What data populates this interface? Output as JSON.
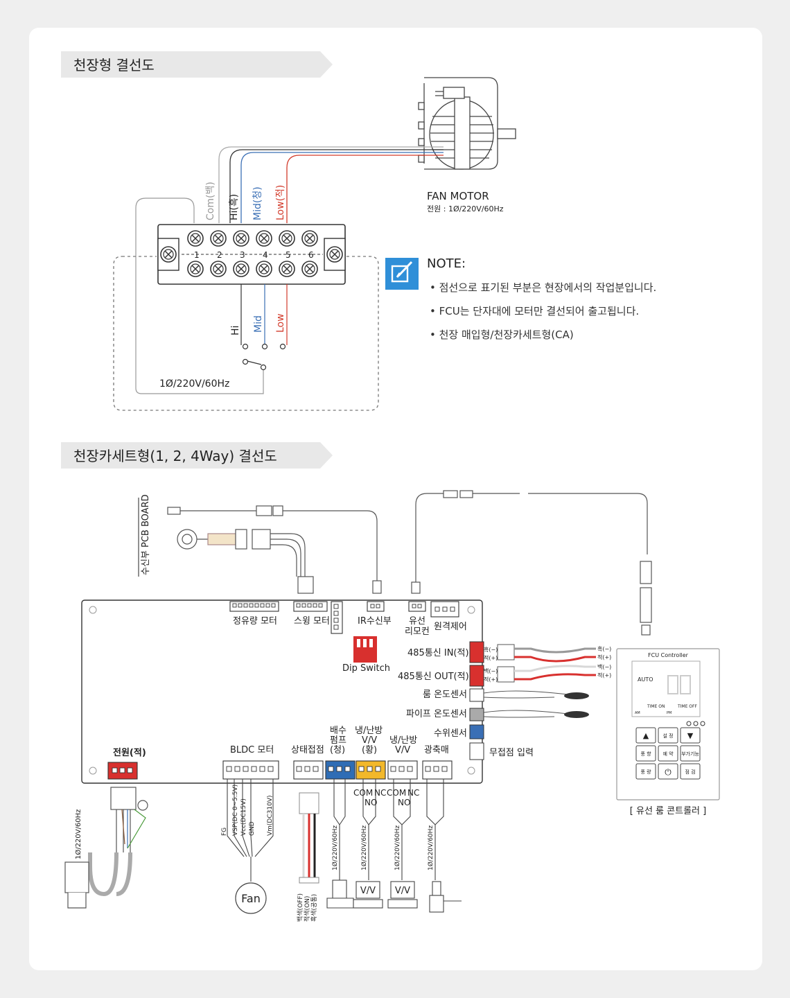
{
  "section1": {
    "title": "천장형 결선도",
    "wires": [
      "Com(백)",
      "Hi(흑)",
      "Mid(청)",
      "Low(적)"
    ],
    "terminals": [
      "1",
      "2",
      "3",
      "4",
      "5",
      "6"
    ],
    "switch_labels": [
      "Hi",
      "Mid",
      "Low"
    ],
    "power": "1Ø/220V/60Hz",
    "motor": {
      "title": "FAN MOTOR",
      "spec": "전원 : 1Ø/220V/60Hz"
    },
    "note": {
      "title": "NOTE:",
      "items": [
        "점선으로 표기된 부분은 현장에서의 작업분입니다.",
        "FCU는 단자대에 모터만 결선되어 출고됩니다.",
        "천장 매입형/천장카세트형(CA)"
      ]
    }
  },
  "section2": {
    "title": "천장카세트형(1, 2, 4Way) 결선도",
    "receiver_label": "수신부 PCB BOARD",
    "connectors": {
      "oil_motor": "정유량 모터",
      "swing_motor": "스윙 모터",
      "ir": "IR수신부",
      "wired_remote_1": "유선",
      "wired_remote_2": "리모컨",
      "remote_control": "원격제어",
      "dip": "Dip Switch",
      "rs485_in": "485통신 IN(적)",
      "rs485_out": "485통신 OUT(적)",
      "room_sensor": "룸 온도센서",
      "pipe_sensor": "파이프 온도센서",
      "water_sensor": "수위센서",
      "float": "광축매",
      "contact_input": "무접점 입력",
      "power": "전원(적)",
      "bldc": "BLDC 모터",
      "status": "상태접점",
      "drain_1": "배수",
      "drain_2": "펌프",
      "drain_3": "(청)",
      "valve1_1": "냉/난방",
      "valve1_2": "V/V",
      "valve1_3": "(황)",
      "valve2_1": "냉/난방",
      "valve2_2": "V/V"
    },
    "wire_codes": {
      "in_black": "흑(−)",
      "in_red": "적(+)",
      "out_white": "백(−)",
      "out_red": "적(+)"
    },
    "bldc_pins": [
      "FG",
      "VSP(DC 0~5.5V)",
      "Vcc(DC15V)",
      "GND",
      "Vm(DC310V)"
    ],
    "fan": "Fan",
    "status_wires": [
      "백색(OFF)",
      "적색(ON)",
      "흑색(공통)"
    ],
    "ac_label": "1Ø/220V/60Hz",
    "com_nc_no": [
      "COM",
      "NC",
      "NO"
    ],
    "vv": "V/V",
    "controller": {
      "name": "FCU Controller",
      "auto": "AUTO",
      "time_on": "TIME ON",
      "time_off": "TIME OFF",
      "am": "AM",
      "pm": "PM",
      "btn_up": "▲",
      "btn_set": "설 정",
      "btn_down": "▼",
      "btn_wind": "풍 향",
      "btn_reserve": "예 약",
      "btn_extra": "부가기능",
      "btn_vol": "풍 량",
      "btn_power": "⏻",
      "btn_check": "점 검",
      "caption": "[ 유선 룸 콘트롤러 ]"
    }
  }
}
